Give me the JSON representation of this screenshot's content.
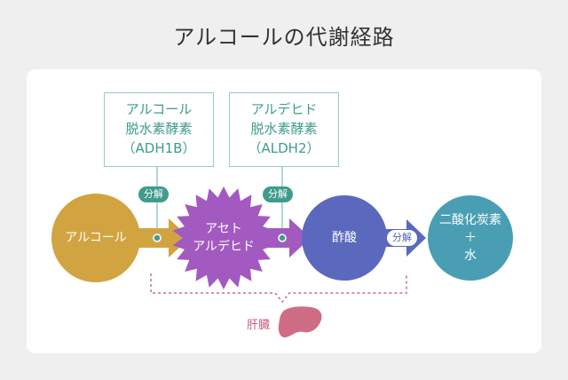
{
  "title": "アルコールの代謝経路",
  "enzymes": [
    {
      "line1": "アルコール",
      "line2": "脱水素酵素",
      "line3": "（ADH1B）"
    },
    {
      "line1": "アルデヒド",
      "line2": "脱水素酵素",
      "line3": "（ALDH2）"
    }
  ],
  "nodes": {
    "alcohol": "アルコール",
    "acetaldehyde_line1": "アセト",
    "acetaldehyde_line2": "アルデヒド",
    "acetic_acid": "酢酸",
    "final_line1": "二酸化炭素",
    "final_line2": "＋",
    "final_line3": "水"
  },
  "badges": [
    "分解",
    "分解",
    "分解"
  ],
  "liver": "肝臓",
  "colors": {
    "alcohol": "#d2a441",
    "acetaldehyde": "#a25ac0",
    "acetic_acid": "#5a69bd",
    "final": "#4a9eb4",
    "accent_teal": "#3f9c8c",
    "liver": "#cf6d86"
  }
}
